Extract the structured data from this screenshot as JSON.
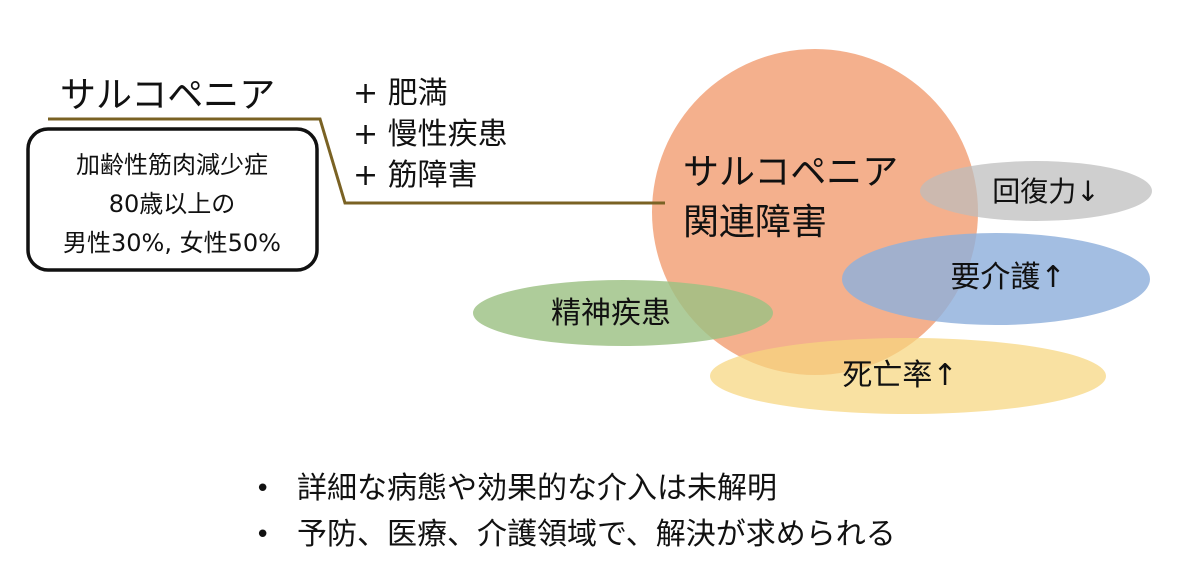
{
  "left_block": {
    "title": "サルコペニア",
    "definition_lines": [
      "加齢性筋肉減少症",
      "80歳以上の",
      "男性30%, 女性50%"
    ]
  },
  "plus_list": [
    "+ 肥満",
    "+ 慢性疾患",
    "+ 筋障害"
  ],
  "center": {
    "line1": "サルコペニア",
    "line2": "関連障害"
  },
  "outcomes": {
    "recovery": "回復力↓",
    "care": "要介護↑",
    "mental": "精神疾患",
    "mortality": "死亡率↑"
  },
  "bullets": [
    "詳細な病態や効果的な介入は未解明",
    "予防、医療、介護領域で、解決が求められる"
  ],
  "colors": {
    "main_circle": "#f3a983",
    "recovery_ellipse": "#bdbdbd",
    "care_ellipse": "#8fb0dc",
    "mental_ellipse": "#9cc184",
    "mortality_ellipse": "#f7d67e",
    "connector": "#7a6224",
    "box_border": "#111111"
  }
}
